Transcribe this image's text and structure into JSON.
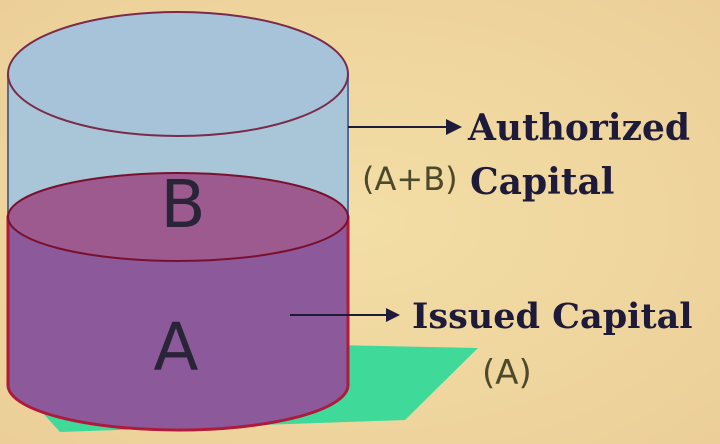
{
  "diagram": {
    "cylinder_labels": {
      "upper": "B",
      "lower": "A"
    },
    "authorized": {
      "line1": "Authorized",
      "line2": "Capital",
      "formula": "(A+B)"
    },
    "issued": {
      "label": "Issued Capital",
      "formula": "(A)"
    },
    "colors": {
      "background": "#f1d9a0",
      "upper_fill": "#a9c6d8",
      "lower_fill": "#8c5a9a",
      "shadow": "#3fd99a",
      "outline": "#b01a3a",
      "formula_text": "#4d4a2c"
    }
  }
}
